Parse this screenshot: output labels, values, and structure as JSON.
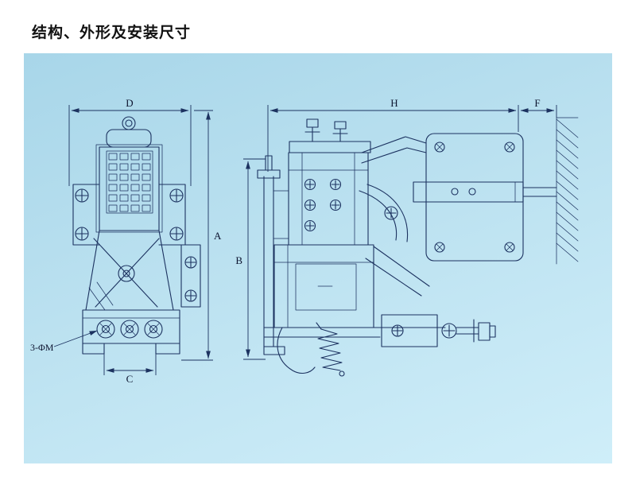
{
  "title": "结构、外形及安装尺寸",
  "colors": {
    "panel_top": "#a8d6e9",
    "panel_bottom": "#cfeef9",
    "line": "#1c3260",
    "label_text": "#0d1530"
  },
  "front_view": {
    "dim_width_label": "D",
    "dim_height_label": "A",
    "dim_base_label": "C",
    "mounting_holes_label": "3-ΦM"
  },
  "side_view": {
    "dim_width_label": "H",
    "dim_wall_label": "F",
    "dim_height_label": "B"
  }
}
